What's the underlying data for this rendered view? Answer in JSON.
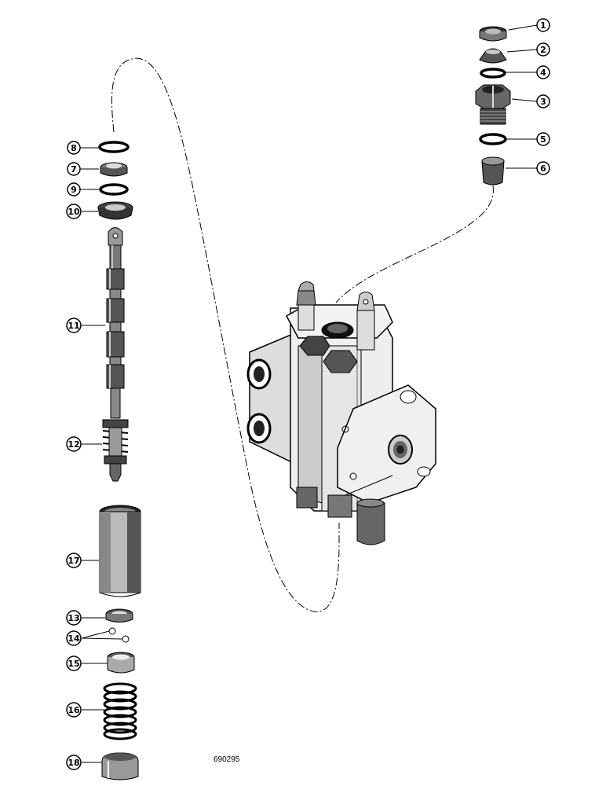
{
  "diagram": {
    "drawing_number": "690295",
    "callouts": [
      {
        "id": "callout-1",
        "label": "1"
      },
      {
        "id": "callout-2",
        "label": "2"
      },
      {
        "id": "callout-4",
        "label": "4"
      },
      {
        "id": "callout-3",
        "label": "3"
      },
      {
        "id": "callout-5",
        "label": "5"
      },
      {
        "id": "callout-6",
        "label": "6"
      },
      {
        "id": "callout-8",
        "label": "8"
      },
      {
        "id": "callout-7",
        "label": "7"
      },
      {
        "id": "callout-9",
        "label": "9"
      },
      {
        "id": "callout-10",
        "label": "10"
      },
      {
        "id": "callout-11",
        "label": "11"
      },
      {
        "id": "callout-12",
        "label": "12"
      },
      {
        "id": "callout-17",
        "label": "17"
      },
      {
        "id": "callout-13",
        "label": "13"
      },
      {
        "id": "callout-14",
        "label": "14"
      },
      {
        "id": "callout-15",
        "label": "15"
      },
      {
        "id": "callout-16",
        "label": "16"
      },
      {
        "id": "callout-18",
        "label": "18"
      }
    ]
  }
}
